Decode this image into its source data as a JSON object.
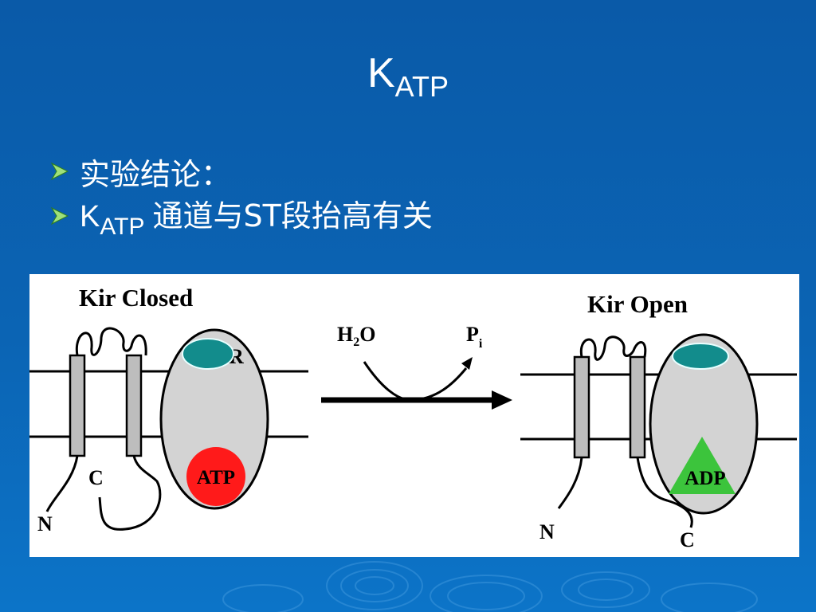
{
  "slide": {
    "title_main": "K",
    "title_sub": "ATP",
    "bullets": [
      {
        "text": "实验结论："
      },
      {
        "k": "K",
        "k_sub": "ATP",
        "rest": "通道与ST段抬高有关"
      }
    ]
  },
  "figure": {
    "left_title": "Kir Closed",
    "right_title": "Kir Open",
    "left_ligand": "ATP",
    "right_ligand": "ADP",
    "left_label_n": "N",
    "left_label_c": "C",
    "right_label_n": "N",
    "right_label_c": "C",
    "left_partial_text": "R",
    "reaction_h2o": "H",
    "reaction_h2o_sub": "2",
    "reaction_h2o_rest": "O",
    "reaction_p": "P",
    "reaction_p_sub": "i"
  },
  "colors": {
    "background": "#0b64b4",
    "atp": "#ff1a1a",
    "adp": "#3cc43c",
    "binding_site": "#128c8c",
    "protein": "#d3d3d3",
    "bullet_arrow": "#9ee07a"
  }
}
